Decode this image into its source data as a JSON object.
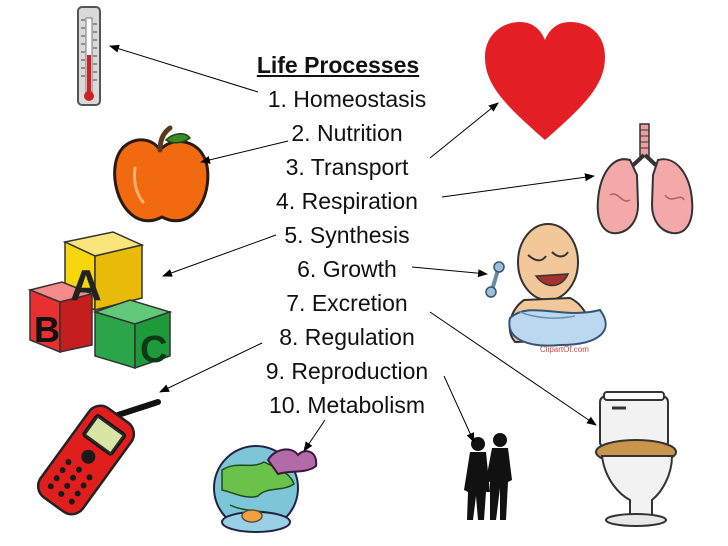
{
  "title": "Life Processes",
  "processes": [
    "1. Homeostasis",
    "2. Nutrition",
    "3. Transport",
    "4. Respiration",
    "5. Synthesis",
    "6. Growth",
    "7. Excretion",
    "8. Regulation",
    "9. Reproduction",
    "10. Metabolism"
  ],
  "blocks": {
    "letter_a": "A",
    "letter_b": "B",
    "letter_c": "C"
  },
  "baby_watermark": "ClipartOf.com",
  "icons": {
    "homeostasis": "thermometer-icon",
    "nutrition": "apple-icon",
    "transport": "heart-icon",
    "respiration": "lungs-icon",
    "synthesis": "abc-blocks-icon",
    "growth": "baby-icon",
    "excretion": "toilet-icon",
    "regulation": "cell-phone-icon",
    "reproduction": "couple-silhouette-icon",
    "metabolism": "globe-icon"
  },
  "colors": {
    "heart": "#e31e24",
    "apple": "#f26a10",
    "block_a": "#f7d60e",
    "block_b": "#e83030",
    "block_c": "#1e9a3a",
    "phone": "#e01e1e",
    "lungs": "#f4a9a9"
  }
}
